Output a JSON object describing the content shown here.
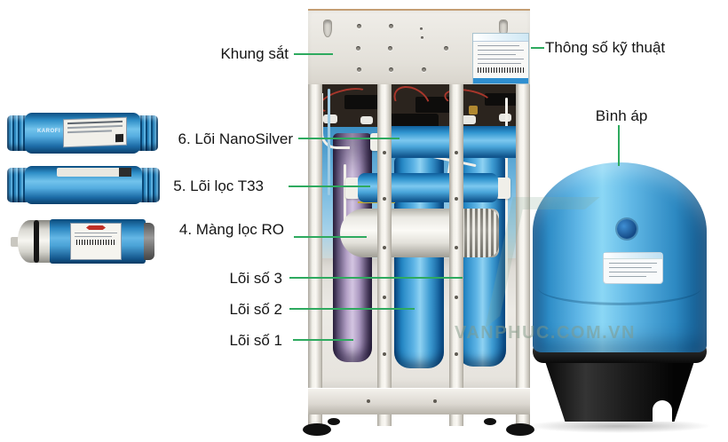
{
  "annotations": {
    "khung_sat": "Khung sắt",
    "thong_so_ky_thuat": "Thông số kỹ thuật",
    "loi_nanosilver": "6. Lõi NanoSilver",
    "loi_loc_t33": "5. Lõi lọc T33",
    "mang_loc_ro": "4. Màng lọc RO",
    "binh_ap": "Bình áp",
    "loi_so_3": "Lõi số 3",
    "loi_so_2": "Lõi số 2",
    "loi_so_1": "Lõi số 1"
  },
  "branding": {
    "cartridge_brand": "KAROFI",
    "watermark": "VANPHUC.COM.VN"
  },
  "colors": {
    "annotation_line": "#2eaa5f",
    "filter_blue": "#2d96d5",
    "tank_blue": "#3fa6dd",
    "purple_filter": "#b9a6cc",
    "frame": "#e9e6e0",
    "base_black": "#161616"
  }
}
